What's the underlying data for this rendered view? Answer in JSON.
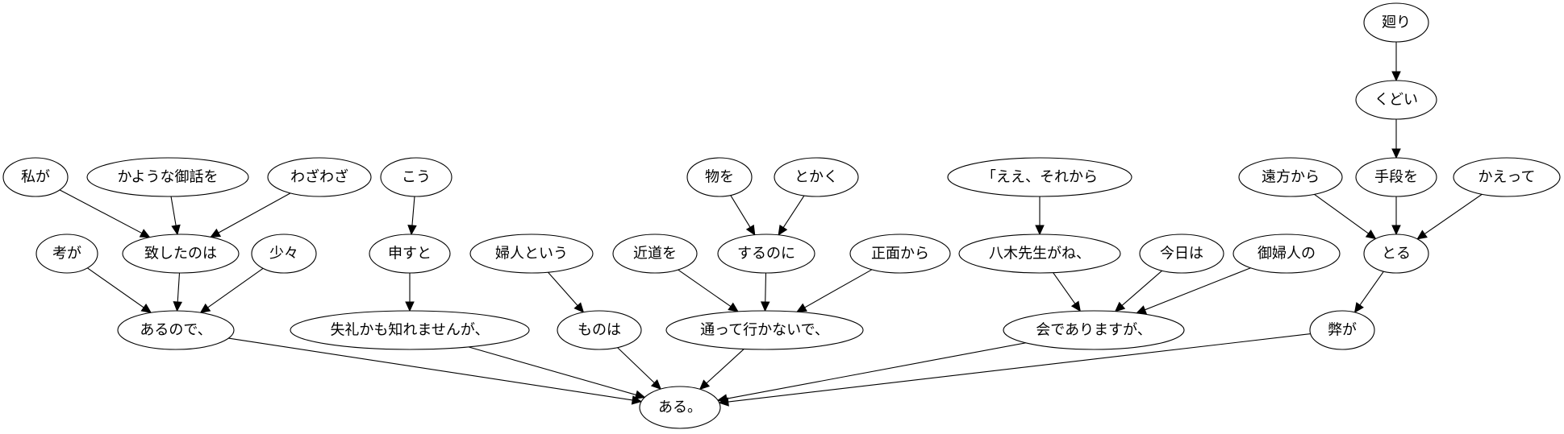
{
  "graph": {
    "type": "dependency-tree",
    "nodes": [
      {
        "id": "n_aru",
        "label": "ある。"
      },
      {
        "id": "n_arunode",
        "label": "あるので、"
      },
      {
        "id": "n_kanga",
        "label": "考が"
      },
      {
        "id": "n_itashita",
        "label": "致したのは"
      },
      {
        "id": "n_watashi",
        "label": "私が"
      },
      {
        "id": "n_kayouna",
        "label": "かような御話を"
      },
      {
        "id": "n_wazawaza",
        "label": "わざわざ"
      },
      {
        "id": "n_shosho",
        "label": "少々"
      },
      {
        "id": "n_shitsurei",
        "label": "失礼かも知れませんが、"
      },
      {
        "id": "n_mousuto",
        "label": "申すと"
      },
      {
        "id": "n_kou",
        "label": "こう"
      },
      {
        "id": "n_monowa",
        "label": "ものは"
      },
      {
        "id": "n_fujin",
        "label": "婦人という"
      },
      {
        "id": "n_tootte",
        "label": "通って行かないで、"
      },
      {
        "id": "n_chikamichi",
        "label": "近道を"
      },
      {
        "id": "n_surunoni",
        "label": "するのに"
      },
      {
        "id": "n_mono",
        "label": "物を"
      },
      {
        "id": "n_tokaku",
        "label": "とかく"
      },
      {
        "id": "n_shomen",
        "label": "正面から"
      },
      {
        "id": "n_kai",
        "label": "会でありますが、"
      },
      {
        "id": "n_yagi",
        "label": "八木先生がね、"
      },
      {
        "id": "n_ee",
        "label": "「ええ、それから"
      },
      {
        "id": "n_kyou",
        "label": "今日は"
      },
      {
        "id": "n_gofujin",
        "label": "御婦人の"
      },
      {
        "id": "n_heiga",
        "label": "弊が"
      },
      {
        "id": "n_toru",
        "label": "とる"
      },
      {
        "id": "n_enpou",
        "label": "遠方から"
      },
      {
        "id": "n_shudan",
        "label": "手段を"
      },
      {
        "id": "n_kudoi",
        "label": "くどい"
      },
      {
        "id": "n_mawari",
        "label": "廻り"
      },
      {
        "id": "n_kaette",
        "label": "かえって"
      }
    ],
    "edges": [
      {
        "from": "n_arunode",
        "to": "n_aru"
      },
      {
        "from": "n_shitsurei",
        "to": "n_aru"
      },
      {
        "from": "n_monowa",
        "to": "n_aru"
      },
      {
        "from": "n_tootte",
        "to": "n_aru"
      },
      {
        "from": "n_kai",
        "to": "n_aru"
      },
      {
        "from": "n_heiga",
        "to": "n_aru"
      },
      {
        "from": "n_kanga",
        "to": "n_arunode"
      },
      {
        "from": "n_itashita",
        "to": "n_arunode"
      },
      {
        "from": "n_shosho",
        "to": "n_arunode"
      },
      {
        "from": "n_watashi",
        "to": "n_itashita"
      },
      {
        "from": "n_kayouna",
        "to": "n_itashita"
      },
      {
        "from": "n_wazawaza",
        "to": "n_itashita"
      },
      {
        "from": "n_mousuto",
        "to": "n_shitsurei"
      },
      {
        "from": "n_kou",
        "to": "n_mousuto"
      },
      {
        "from": "n_fujin",
        "to": "n_monowa"
      },
      {
        "from": "n_chikamichi",
        "to": "n_tootte"
      },
      {
        "from": "n_surunoni",
        "to": "n_tootte"
      },
      {
        "from": "n_shomen",
        "to": "n_tootte"
      },
      {
        "from": "n_mono",
        "to": "n_surunoni"
      },
      {
        "from": "n_tokaku",
        "to": "n_surunoni"
      },
      {
        "from": "n_yagi",
        "to": "n_kai"
      },
      {
        "from": "n_kyou",
        "to": "n_kai"
      },
      {
        "from": "n_gofujin",
        "to": "n_kai"
      },
      {
        "from": "n_ee",
        "to": "n_yagi"
      },
      {
        "from": "n_toru",
        "to": "n_heiga"
      },
      {
        "from": "n_enpou",
        "to": "n_toru"
      },
      {
        "from": "n_shudan",
        "to": "n_toru"
      },
      {
        "from": "n_kaette",
        "to": "n_toru"
      },
      {
        "from": "n_kudoi",
        "to": "n_shudan"
      },
      {
        "from": "n_mawari",
        "to": "n_kudoi"
      }
    ]
  }
}
